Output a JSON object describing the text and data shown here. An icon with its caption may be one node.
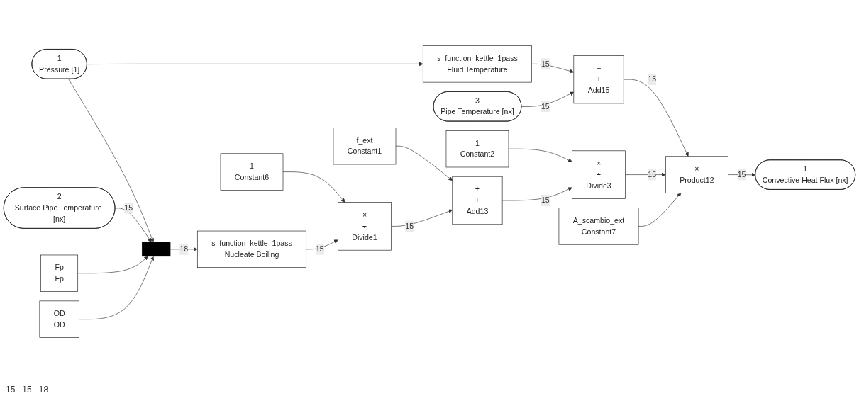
{
  "diagram": {
    "nodes": [
      {
        "text": [
          "1",
          "Pressure [1]"
        ]
      },
      {
        "text": [
          "s_function_kettle_1pass",
          "Fluid Temperature"
        ]
      },
      {
        "text": [
          "3",
          "Pipe Temperature [nx]"
        ]
      },
      {
        "text": [
          "−",
          "+",
          "Add15"
        ]
      },
      {
        "text": [
          "×",
          "Product12"
        ]
      },
      {
        "text": [
          "1",
          "Convective Heat Flux [nx]"
        ]
      },
      {
        "text": [],
        "shape": "bar"
      },
      {
        "text": [
          "2",
          "Surface Pipe Temperature [nx]"
        ]
      },
      {
        "text": [
          "1",
          "Constant2"
        ]
      },
      {
        "text": [
          "×",
          "÷",
          "Divide3"
        ]
      },
      {
        "text": [
          "f_ext",
          "Constant1"
        ]
      },
      {
        "text": [
          "+",
          "+",
          "Add13"
        ]
      },
      {
        "text": [
          "Fp",
          "Fp"
        ]
      },
      {
        "text": [
          "1",
          "Constant6"
        ]
      },
      {
        "text": [
          "×",
          "÷",
          "Divide1"
        ]
      },
      {
        "text": [
          "s_function_kettle_1pass",
          "Nucleate Boiling"
        ]
      },
      {
        "text": [
          "OD",
          "OD"
        ]
      },
      {
        "text": [
          "A_scambio_ext",
          "Constant7"
        ]
      }
    ],
    "edges": [
      {
        "from": 0,
        "to": 1,
        "arrow": "to"
      },
      {
        "from": 0,
        "to": 6,
        "arrow": "to"
      },
      {
        "from": 1,
        "to": 3,
        "arrow": "to",
        "label": "15"
      },
      {
        "from": 2,
        "to": 3,
        "arrow": "to",
        "label": "15"
      },
      {
        "from": 3,
        "to": 4,
        "arrow": "to",
        "label": "15"
      },
      {
        "from": 7,
        "to": 6,
        "arrow": "to",
        "label": "15"
      },
      {
        "from": 12,
        "to": 6,
        "arrow": "to"
      },
      {
        "from": 16,
        "to": 6,
        "arrow": "to"
      },
      {
        "from": 6,
        "to": 15,
        "arrow": "to",
        "label": "18"
      },
      {
        "from": 8,
        "to": 9,
        "arrow": "to"
      },
      {
        "from": 10,
        "to": 11,
        "arrow": "to"
      },
      {
        "from": 13,
        "to": 14,
        "arrow": "to"
      },
      {
        "from": 15,
        "to": 14,
        "arrow": "to",
        "label": "15"
      },
      {
        "from": 14,
        "to": 11,
        "arrow": "to",
        "label": "15"
      },
      {
        "from": 11,
        "to": 9,
        "arrow": "to",
        "label": "15"
      },
      {
        "from": 9,
        "to": 4,
        "arrow": "to",
        "label": "15"
      },
      {
        "from": 17,
        "to": 4,
        "arrow": "to"
      },
      {
        "from": 4,
        "to": 5,
        "arrow": "to",
        "label": "15"
      }
    ],
    "labels": [
      "15",
      "15",
      "18"
    ]
  }
}
